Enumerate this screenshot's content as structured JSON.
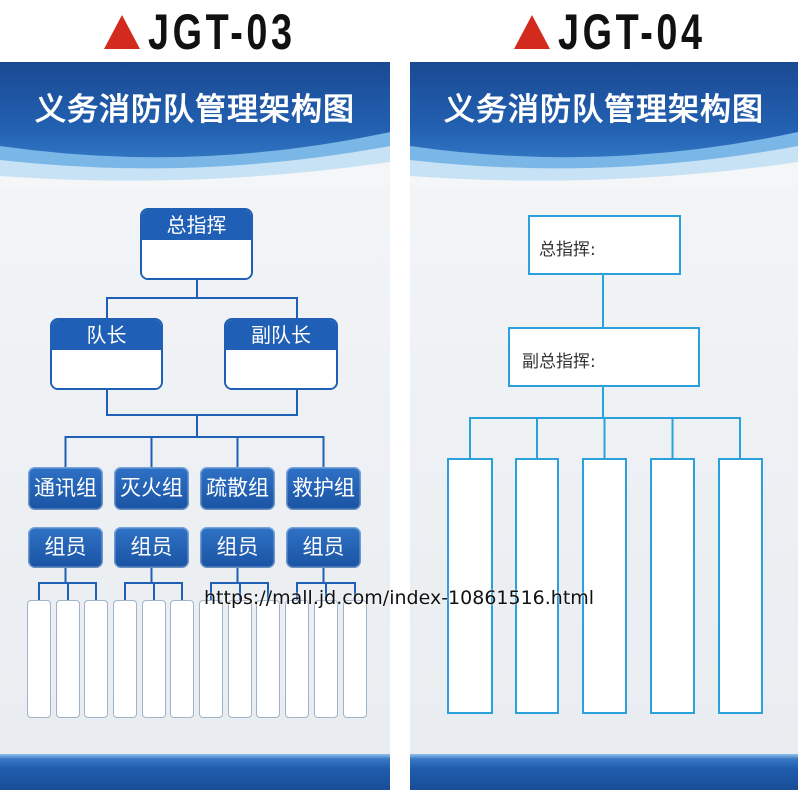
{
  "boards": [
    {
      "code": "JGT-03",
      "title": "义务消防队管理架构图",
      "chart": {
        "commander": "总指挥",
        "captain": "队长",
        "vice_captain": "副队长",
        "groups": [
          {
            "name": "通讯组",
            "member_label": "组员"
          },
          {
            "name": "灭火组",
            "member_label": "组员"
          },
          {
            "name": "疏散组",
            "member_label": "组员"
          },
          {
            "name": "救护组",
            "member_label": "组员"
          }
        ]
      }
    },
    {
      "code": "JGT-04",
      "title": "义务消防队管理架构图",
      "chart": {
        "commander": "总指挥:",
        "vice_commander": "副总指挥:"
      }
    }
  ],
  "watermark": "https://mall.jd.com/index-10861516.html",
  "icons": {
    "code_marker": "warning-triangle-icon"
  },
  "colors": {
    "marker_red": "#d32a1e",
    "code_text": "#111111",
    "title_text": "#ffffff",
    "node_blue": "#1f5fb5",
    "outline_cyan": "#2ba1dc"
  }
}
